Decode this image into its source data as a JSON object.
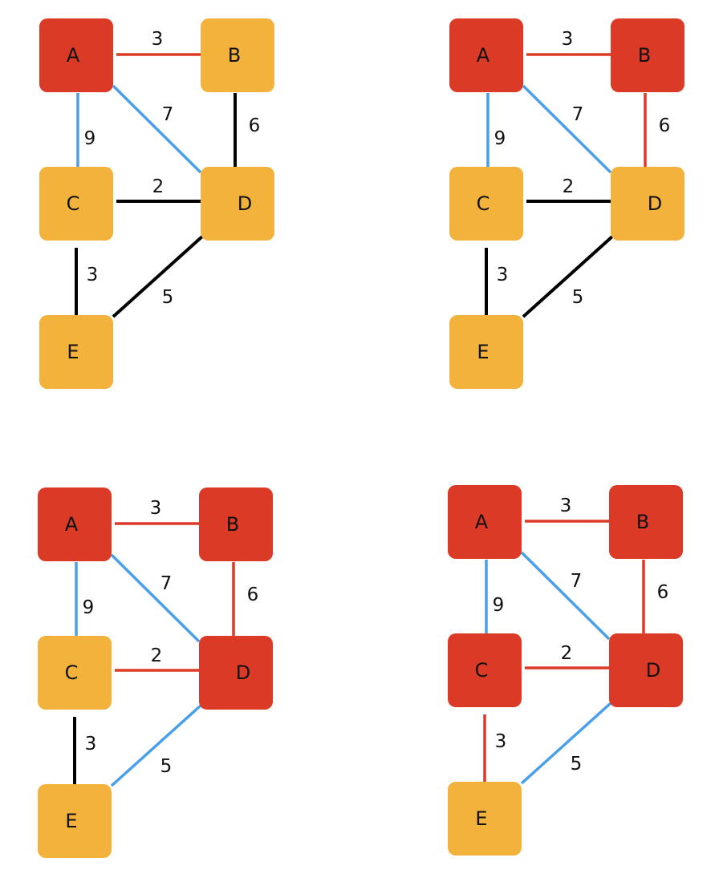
{
  "colors": {
    "visited": "#DA3A26",
    "unvisited": "#F2B23C",
    "tree_edge": "#DA3A26",
    "candidate_edge": "#4A9FEA",
    "unexplored_edge": "#000000"
  },
  "graph": {
    "nodes": [
      {
        "id": "A",
        "label": "A"
      },
      {
        "id": "B",
        "label": "B"
      },
      {
        "id": "C",
        "label": "C"
      },
      {
        "id": "D",
        "label": "D"
      },
      {
        "id": "E",
        "label": "E"
      }
    ],
    "edges": [
      {
        "id": "AB",
        "from": "A",
        "to": "B",
        "weight": "3"
      },
      {
        "id": "AC",
        "from": "A",
        "to": "C",
        "weight": "9"
      },
      {
        "id": "AD",
        "from": "A",
        "to": "D",
        "weight": "7"
      },
      {
        "id": "BD",
        "from": "B",
        "to": "D",
        "weight": "6"
      },
      {
        "id": "CD",
        "from": "C",
        "to": "D",
        "weight": "2"
      },
      {
        "id": "CE",
        "from": "C",
        "to": "E",
        "weight": "3"
      },
      {
        "id": "DE",
        "from": "D",
        "to": "E",
        "weight": "5"
      }
    ]
  },
  "steps": [
    {
      "nodes": {
        "A": "visited",
        "B": "unvisited",
        "C": "unvisited",
        "D": "unvisited",
        "E": "unvisited"
      },
      "edges": {
        "AB": "tree",
        "AC": "candidate",
        "AD": "candidate",
        "BD": "unexplored",
        "CD": "unexplored",
        "CE": "unexplored",
        "DE": "unexplored"
      }
    },
    {
      "nodes": {
        "A": "visited",
        "B": "visited",
        "C": "unvisited",
        "D": "unvisited",
        "E": "unvisited"
      },
      "edges": {
        "AB": "tree",
        "AC": "candidate",
        "AD": "candidate",
        "BD": "tree",
        "CD": "unexplored",
        "CE": "unexplored",
        "DE": "unexplored"
      }
    },
    {
      "nodes": {
        "A": "visited",
        "B": "visited",
        "C": "unvisited",
        "D": "visited",
        "E": "unvisited"
      },
      "edges": {
        "AB": "tree",
        "AC": "candidate",
        "AD": "candidate",
        "BD": "tree",
        "CD": "tree",
        "CE": "unexplored",
        "DE": "candidate"
      }
    },
    {
      "nodes": {
        "A": "visited",
        "B": "visited",
        "C": "visited",
        "D": "visited",
        "E": "unvisited"
      },
      "edges": {
        "AB": "tree",
        "AC": "candidate",
        "AD": "candidate",
        "BD": "tree",
        "CD": "tree",
        "CE": "tree",
        "DE": "candidate"
      }
    }
  ]
}
